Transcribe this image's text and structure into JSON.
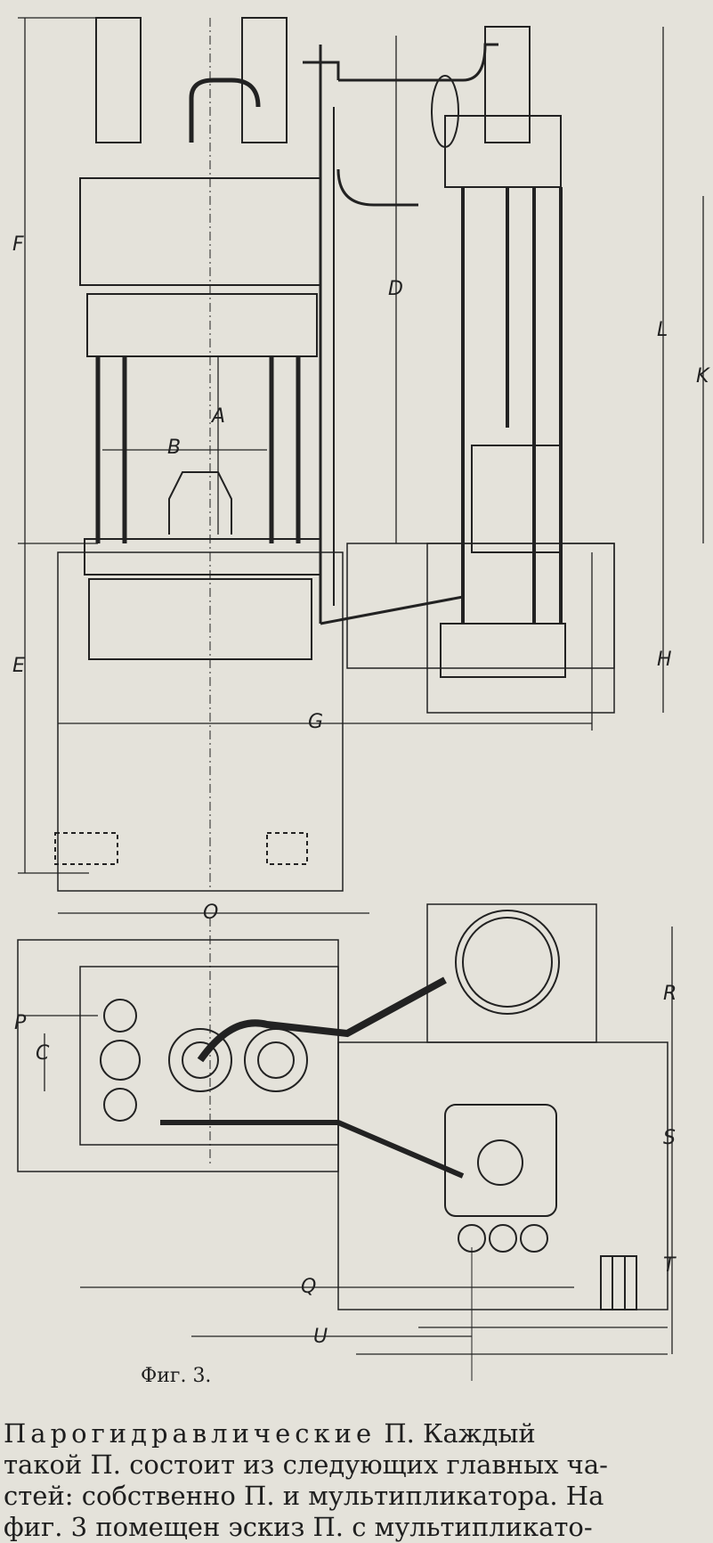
{
  "figure": {
    "caption": "Фиг. 3.",
    "dimension_labels": {
      "F": "F",
      "D": "D",
      "L": "L",
      "K": "K",
      "A": "A",
      "B": "B",
      "E": "E",
      "H": "H",
      "G": "G",
      "O": "O",
      "P": "P",
      "C": "C",
      "R": "R",
      "S": "S",
      "Q": "Q",
      "T": "T",
      "U": "U"
    }
  },
  "text": {
    "heading_spaced": "Парогидравлические",
    "line1_rest": " П. Каждый",
    "line2": "такой П. состоит из следующих главных ча-",
    "line3": "стей: собственно П. и мультипликатора. На",
    "line4": "фиг. 3 помещен эскиз П. с мультипликато-"
  }
}
